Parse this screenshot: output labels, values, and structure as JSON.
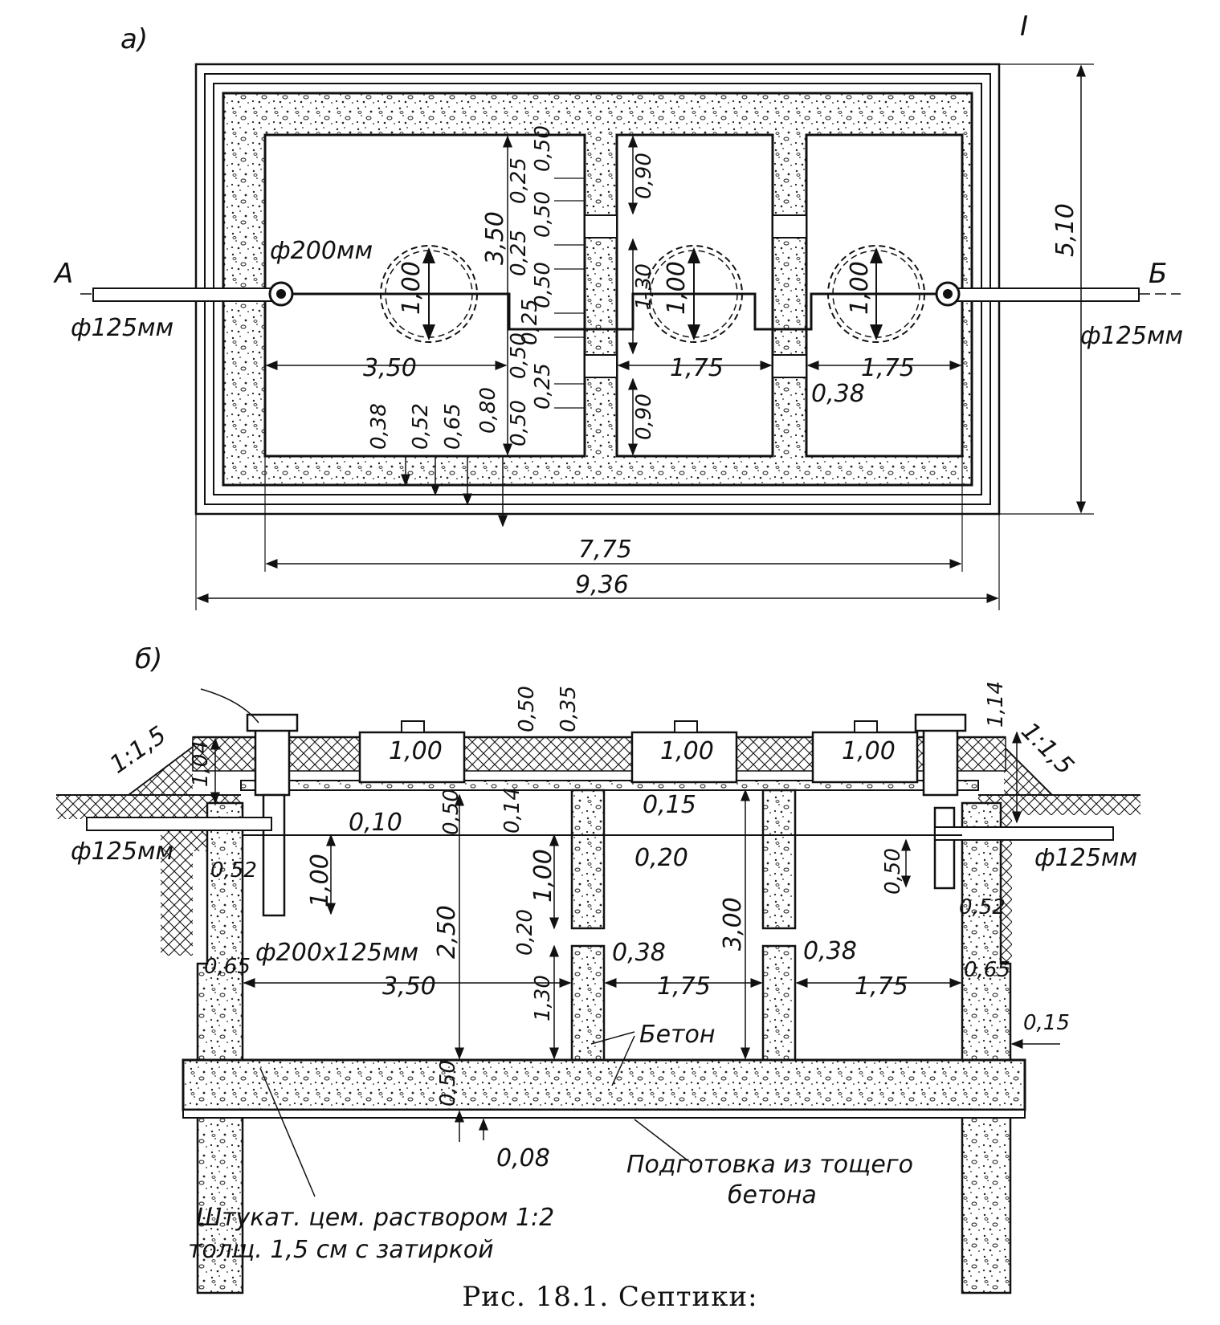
{
  "plan_view": {
    "marker": "а)",
    "section_mark": "I",
    "end_labels": {
      "left": "А",
      "right": "Б"
    },
    "pipe_labels": {
      "left": "ф125мм",
      "right": "ф125мм"
    },
    "manhole_label": "ф200мм",
    "manhole_diameters": [
      "1,00",
      "1,00",
      "1,00"
    ],
    "inner_dims": {
      "chamber1_length": "3,50",
      "chamber2_length": "1,75",
      "chamber3_length": "1,75",
      "chamber_width": "3,50",
      "outer_width": "5,10",
      "length_775": "7,75",
      "length_936": "9,36"
    },
    "stack_dims": [
      "0,50",
      "0,25",
      "0,50",
      "0,25",
      "0,50",
      "0,25",
      "0,50",
      "0,25",
      "0,50"
    ],
    "wall_dims": {
      "top_opening": "0,90",
      "mid_opening": "1,30",
      "bottom_opening": "0,90",
      "partition": "0,38"
    },
    "base_dims": [
      "0,38",
      "0,52",
      "0,65",
      "0,80"
    ]
  },
  "section_view": {
    "marker": "б)",
    "slopes": [
      "1:1,5",
      "1:1,5"
    ],
    "hatch_sizes": [
      "1,00",
      "1,00",
      "1,00"
    ],
    "top_dims": [
      "0,50",
      "0,35",
      "0,14",
      "1,04",
      "1,14"
    ],
    "pipe_labels": {
      "left": "ф125мм",
      "right": "ф125мм"
    },
    "dims": {
      "d010": "0,10",
      "d015a": "0,15",
      "d020a": "0,20",
      "d050a": "0,50",
      "d052a": "0,52",
      "d100a": "1,00",
      "d100b": "1,00",
      "d020b": "0,20",
      "d250": "2,50",
      "d300": "3,00",
      "d050b": "0,50",
      "d052b": "0,52",
      "d065a": "0,65",
      "d065b": "0,65",
      "d038a": "0,38",
      "d038b": "0,38",
      "d130": "1,30",
      "d015b": "0,15",
      "d050c": "0,50",
      "d008": "0,08",
      "len350": "3,50",
      "len175a": "1,75",
      "len175b": "1,75"
    },
    "riser_label": "ф200х125мм",
    "concrete_label": "Бетон",
    "notes": {
      "plaster_line1": "Штукат. цем. раствором 1:2",
      "plaster_line2": "толщ. 1,5 см  с затиркой",
      "prep_line1": "Подготовка из тощего",
      "prep_line2": "бетона"
    }
  },
  "caption": "Рис. 18.1. Септики:"
}
